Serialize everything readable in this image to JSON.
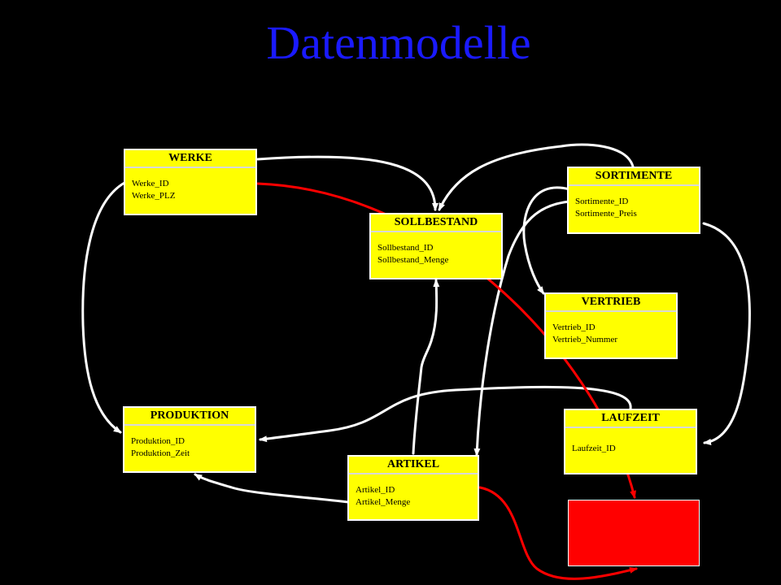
{
  "title": "Datenmodelle",
  "colors": {
    "background": "#000000",
    "title": "#1a1aff",
    "entity_fill": "#ffff00",
    "link": "#ffffff",
    "highlight_link": "#ff0000",
    "highlight_box": "#ff0000"
  },
  "entities": {
    "werke": {
      "name": "WERKE",
      "fields": [
        "Werke_ID",
        "Werke_PLZ"
      ]
    },
    "sollbestand": {
      "name": "SOLLBESTAND",
      "fields": [
        "Sollbestand_ID",
        "Sollbestand_Menge"
      ]
    },
    "sortimente": {
      "name": "SORTIMENTE",
      "fields": [
        "Sortimente_ID",
        "Sortimente_Preis"
      ]
    },
    "vertrieb": {
      "name": "VERTRIEB",
      "fields": [
        "Vertrieb_ID",
        "Vertrieb_Nummer"
      ]
    },
    "produktion": {
      "name": "PRODUKTION",
      "fields": [
        "Produktion_ID",
        "Produktion_Zeit"
      ]
    },
    "laufzeit": {
      "name": "LAUFZEIT",
      "fields": [
        "Laufzeit_ID"
      ]
    },
    "artikel": {
      "name": "ARTIKEL",
      "fields": [
        "Artikel_ID",
        "Artikel_Menge"
      ]
    }
  }
}
